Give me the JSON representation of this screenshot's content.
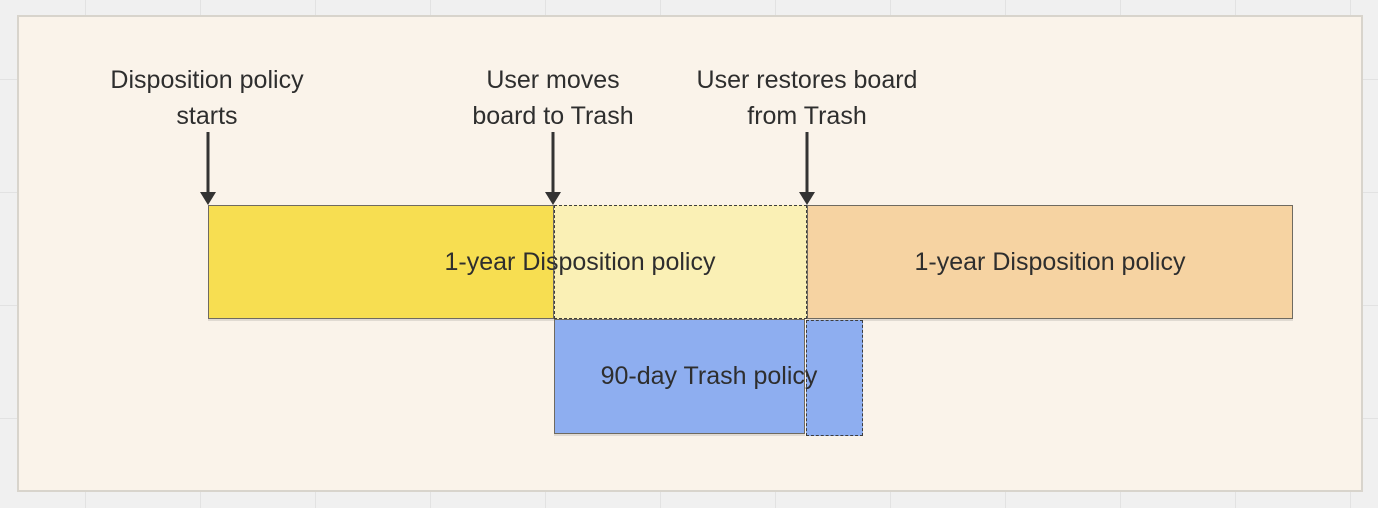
{
  "canvas": {
    "background_color": "#f0f0f0",
    "grid_line_color": "#e2e2e2",
    "frame_background_color": "#faf3ea"
  },
  "annotations": [
    {
      "id": "policy-starts",
      "text": "Disposition policy\nstarts"
    },
    {
      "id": "move-to-trash",
      "text": "User moves\nboard to Trash"
    },
    {
      "id": "restore-from-trash",
      "text": "User restores board\nfrom Trash"
    }
  ],
  "bars": {
    "disposition_active": {
      "label": "1-year Disposition policy",
      "fill": "#f7de51",
      "style": "solid"
    },
    "disposition_paused": {
      "label": "",
      "fill": "#faf0b5",
      "style": "dashed"
    },
    "disposition_restarted": {
      "label": "1-year Disposition policy",
      "fill": "#f6d3a2",
      "style": "solid"
    },
    "trash_active": {
      "label": "90-day Trash policy",
      "fill": "#8eaef0",
      "style": "solid"
    },
    "trash_remaining": {
      "label": "",
      "fill": "#8eaef0",
      "style": "dashed"
    }
  },
  "arrow_color": "#333333",
  "text_color": "#2e2e2e"
}
